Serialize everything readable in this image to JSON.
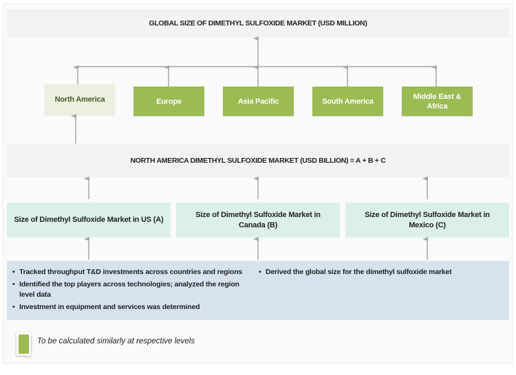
{
  "diagram": {
    "title": "GLOBAL SIZE OF DIMETHYL SULFOXIDE MARKET (USD MILLION)",
    "regions": [
      {
        "label": "North America",
        "highlighted": true
      },
      {
        "label": "Europe",
        "highlighted": false
      },
      {
        "label": "Asia Pacific",
        "highlighted": false
      },
      {
        "label": "South America",
        "highlighted": false
      },
      {
        "label": "Middle East & Africa",
        "highlighted": false
      }
    ],
    "regional_formula": "NORTH AMERICA DIMETHYL SULFOXIDE MARKET (USD BILLION) = A + B + C",
    "countries": [
      {
        "label": "Size of Dimethyl Sulfoxide Market in US (A)"
      },
      {
        "label": "Size of Dimethyl Sulfoxide Market in Canada (B)"
      },
      {
        "label": "Size of Dimethyl Sulfoxide Market in Mexico (C)"
      }
    ],
    "methodology": {
      "left_bullets": [
        "Tracked throughput T&D investments across countries and regions",
        "Identified the top players across technologies; analyzed  the region level data",
        "Investment in equipment and services was determined"
      ],
      "right_bullets": [
        "Derived the global size for the dimethyl sulfoxide market"
      ],
      "bullet_glyph": "•"
    },
    "legend": {
      "text": "To be calculated similarly at respective levels",
      "swatch_color": "#9bbb53"
    },
    "colors": {
      "region_fill": "#9bbb53",
      "region_highlight_fill": "#ebf1de",
      "country_fill": "#dcf0ea",
      "info_fill": "#d6e3ef",
      "header_fill": "#f2f2f2",
      "connector": "#a6a6a6"
    }
  }
}
